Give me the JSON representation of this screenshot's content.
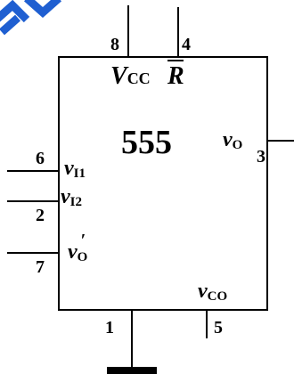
{
  "chip": {
    "label": "555"
  },
  "pins": {
    "p1": "1",
    "p2": "2",
    "p3": "3",
    "p4": "4",
    "p5": "5",
    "p6": "6",
    "p7": "7",
    "p8": "8"
  },
  "signals": {
    "vcc": {
      "main": "V",
      "sub": "CC"
    },
    "reset": {
      "main": "R"
    },
    "vi1": {
      "main": "v",
      "sub": "I1"
    },
    "vi2": {
      "main": "v",
      "sub": "I2"
    },
    "vo_prime": {
      "main": "v",
      "prime": "′",
      "sub": "O"
    },
    "vo": {
      "main": "v",
      "sub": "O"
    },
    "vco": {
      "main": "v",
      "sub": "CO"
    }
  },
  "colors": {
    "line": "#000000",
    "corner_decoration": "#1f5fd1"
  }
}
